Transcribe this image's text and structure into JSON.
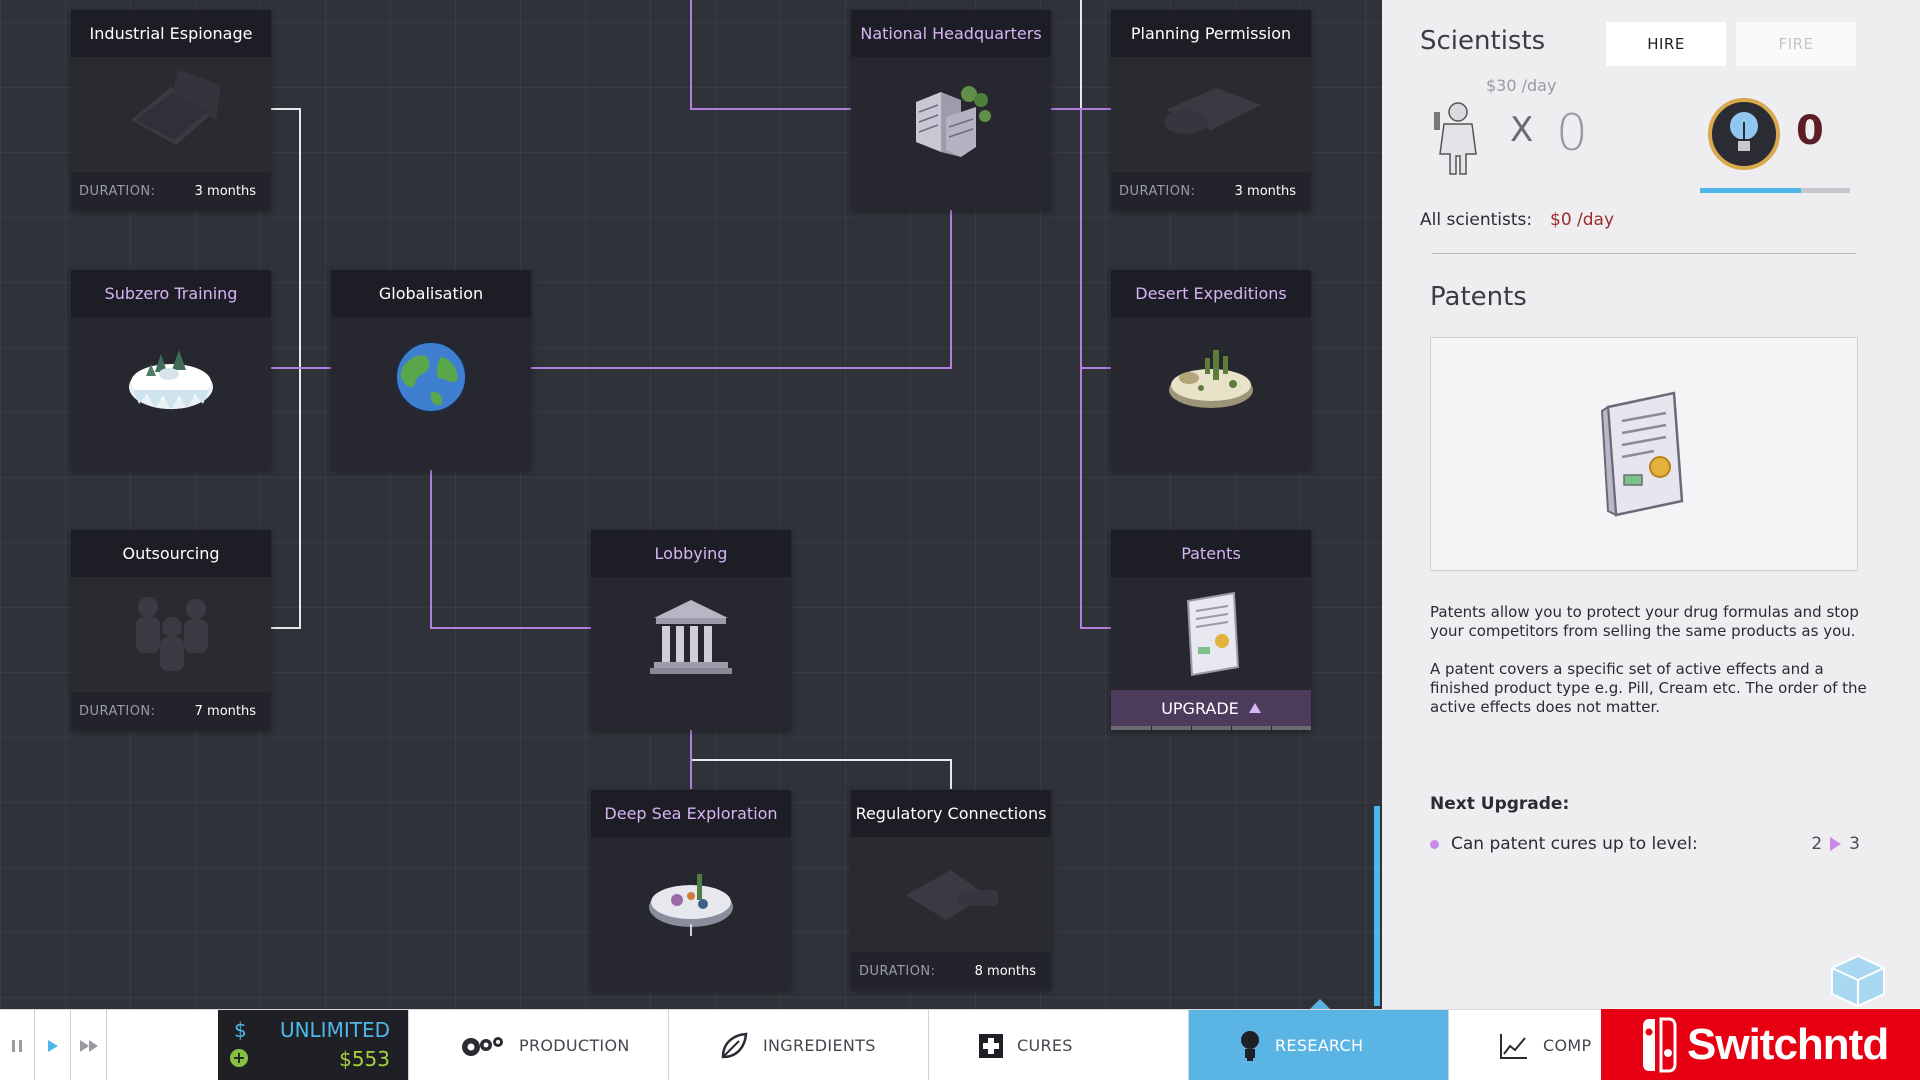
{
  "tree": {
    "nodes": {
      "industrial_espionage": {
        "title": "Industrial Espionage",
        "duration_label": "DURATION:",
        "duration": "3 months"
      },
      "national_hq": {
        "title": "National Headquarters"
      },
      "planning_permission": {
        "title": "Planning Permission",
        "duration_label": "DURATION:",
        "duration": "3 months"
      },
      "subzero_training": {
        "title": "Subzero Training"
      },
      "globalisation": {
        "title": "Globalisation"
      },
      "desert_expeditions": {
        "title": "Desert Expeditions"
      },
      "outsourcing": {
        "title": "Outsourcing",
        "duration_label": "DURATION:",
        "duration": "7 months"
      },
      "lobbying": {
        "title": "Lobbying"
      },
      "patents": {
        "title": "Patents",
        "upgrade_label": "UPGRADE"
      },
      "deep_sea": {
        "title": "Deep Sea Exploration"
      },
      "regulatory": {
        "title": "Regulatory Connections",
        "duration_label": "DURATION:",
        "duration": "8 months"
      }
    }
  },
  "panel": {
    "scientists_title": "Scientists",
    "hire_label": "HIRE",
    "fire_label": "FIRE",
    "rate": "$30 /day",
    "times": "X",
    "scientist_count": "0",
    "research_points": "0",
    "research_progress": 0.67,
    "all_scientists_label": "All scientists:",
    "all_scientists_value": "$0 /day",
    "patents_title": "Patents",
    "desc1": "Patents allow you to protect your drug formulas and stop your competitors from selling the same products as you.",
    "desc2": "A patent covers a specific set of active effects and a finished product type e.g. Pill, Cream etc. The order of the active effects does not matter.",
    "next_upgrade_label": "Next Upgrade:",
    "next_upgrade_item": "Can patent cures up to level:",
    "level_from": "2",
    "level_to": "3"
  },
  "bottombar": {
    "currency_symbol": "$",
    "budget": "UNLIMITED",
    "balance": "$553",
    "tabs": {
      "production": "PRODUCTION",
      "ingredients": "INGREDIENTS",
      "cures": "CURES",
      "research": "RESEARCH",
      "companies": "COMP"
    }
  },
  "watermark": {
    "text": "Switchntd"
  },
  "colors": {
    "accent_blue": "#5ab5e4",
    "tree_line": "#b37ee0",
    "money_green": "#a4d23e",
    "cost_red": "#9c2b2b"
  }
}
